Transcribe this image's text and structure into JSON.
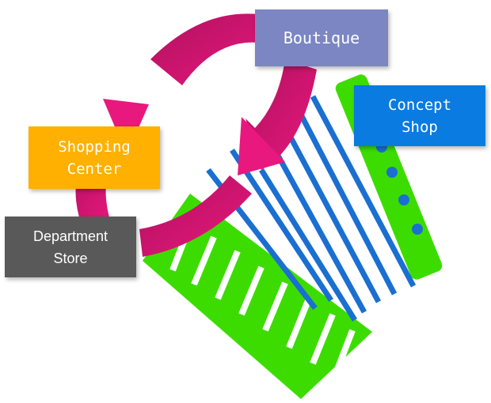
{
  "diagram": {
    "nodes": [
      {
        "id": "boutique",
        "label": "Boutique",
        "color": "#7b86c3"
      },
      {
        "id": "concept_shop",
        "label": "Concept\nShop",
        "color": "#0a7be0"
      },
      {
        "id": "shopping_center",
        "label": "Shopping\nCenter",
        "color": "#ffb000"
      },
      {
        "id": "department_store",
        "label": "Department\nStore",
        "color": "#595959"
      }
    ],
    "arrow_color": "#e0177a",
    "accordion_color": "#3ddc00",
    "stripe_color": "#1a6fd1"
  }
}
